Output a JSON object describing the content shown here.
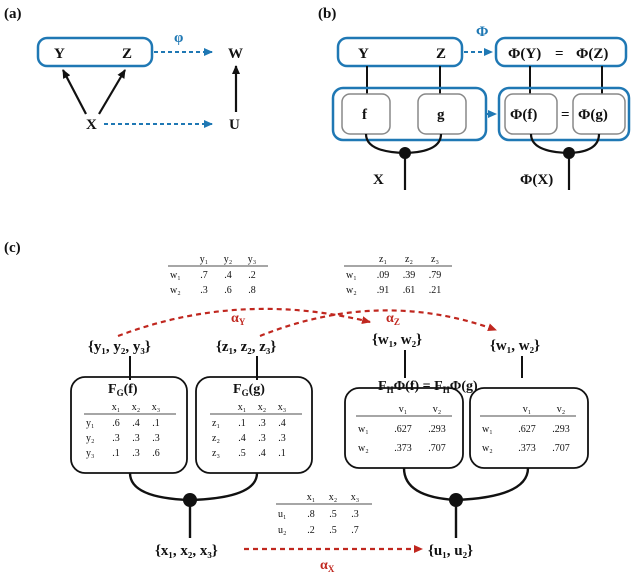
{
  "panels": {
    "a": "(a)",
    "b": "(b)",
    "c": "(c)"
  },
  "a": {
    "Y": "Y",
    "Z": "Z",
    "W": "W",
    "X": "X",
    "U": "U",
    "phi": "φ"
  },
  "b": {
    "Y": "Y",
    "Z": "Z",
    "f": "f",
    "g": "g",
    "X": "X",
    "Phi": "Φ",
    "PhiY": "Φ(Y)",
    "PhiZ": "Φ(Z)",
    "eq_top": "=",
    "Phif": "Φ(f)",
    "Phig": "Φ(g)",
    "eq_mid": "=",
    "PhiX": "Φ(X)"
  },
  "c": {
    "ySet": "{y₁, y₂, y₃}",
    "zSet": "{z₁, z₂, z₃}",
    "wSet1": "{w₁, w₂}",
    "wSet2": "{w₁, w₂}",
    "xSet": "{x₁, x₂, x₃}",
    "uSet": "{u₁, u₂}",
    "alphaY": "α",
    "alphaYsub": "Y",
    "alphaZ": "α",
    "alphaZsub": "Z",
    "alphaX": "α",
    "alphaXsub": "X",
    "FGf": "F",
    "FGfsub": "G",
    "FGfarg": "(f)",
    "FGg": "F",
    "FGgsub": "G",
    "FGgarg": "(g)",
    "FH_label": "F",
    "FH_sub1": "H",
    "FH_mid": "Φ(f) = F",
    "FH_sub2": "H",
    "FH_end": "Φ(g)",
    "tables": {
      "tY": {
        "cols": [
          "y₁",
          "y₂",
          "y₃"
        ],
        "rows": [
          [
            "w₁",
            ".7",
            ".4",
            ".2"
          ],
          [
            "w₂",
            ".3",
            ".6",
            ".8"
          ]
        ]
      },
      "tZ": {
        "cols": [
          "z₁",
          "z₂",
          "z₃"
        ],
        "rows": [
          [
            "w₁",
            ".09",
            ".39",
            ".79"
          ],
          [
            "w₂",
            ".91",
            ".61",
            ".21"
          ]
        ]
      },
      "tF": {
        "cols": [
          "x₁",
          "x₂",
          "x₃"
        ],
        "rows": [
          [
            "y₁",
            ".6",
            ".4",
            ".1"
          ],
          [
            "y₂",
            ".3",
            ".3",
            ".3"
          ],
          [
            "y₃",
            ".1",
            ".3",
            ".6"
          ]
        ]
      },
      "tG": {
        "cols": [
          "x₁",
          "x₂",
          "x₃"
        ],
        "rows": [
          [
            "z₁",
            ".1",
            ".3",
            ".4"
          ],
          [
            "z₂",
            ".4",
            ".3",
            ".3"
          ],
          [
            "z₃",
            ".5",
            ".4",
            ".1"
          ]
        ]
      },
      "tH1": {
        "cols": [
          "v₁",
          "v₂"
        ],
        "rows": [
          [
            "w₁",
            ".627",
            ".293"
          ],
          [
            "w₂",
            ".373",
            ".707"
          ]
        ]
      },
      "tH2": {
        "cols": [
          "v₁",
          "v₂"
        ],
        "rows": [
          [
            "w₁",
            ".627",
            ".293"
          ],
          [
            "w₂",
            ".373",
            ".707"
          ]
        ]
      },
      "tX": {
        "cols": [
          "x₁",
          "x₂",
          "x₃"
        ],
        "rows": [
          [
            "u₁",
            ".8",
            ".5",
            ".3"
          ],
          [
            "u₂",
            ".2",
            ".5",
            ".7"
          ]
        ]
      }
    }
  },
  "colors": {
    "blue": "#1f78b4",
    "red": "#c0271f",
    "black": "#111111"
  }
}
